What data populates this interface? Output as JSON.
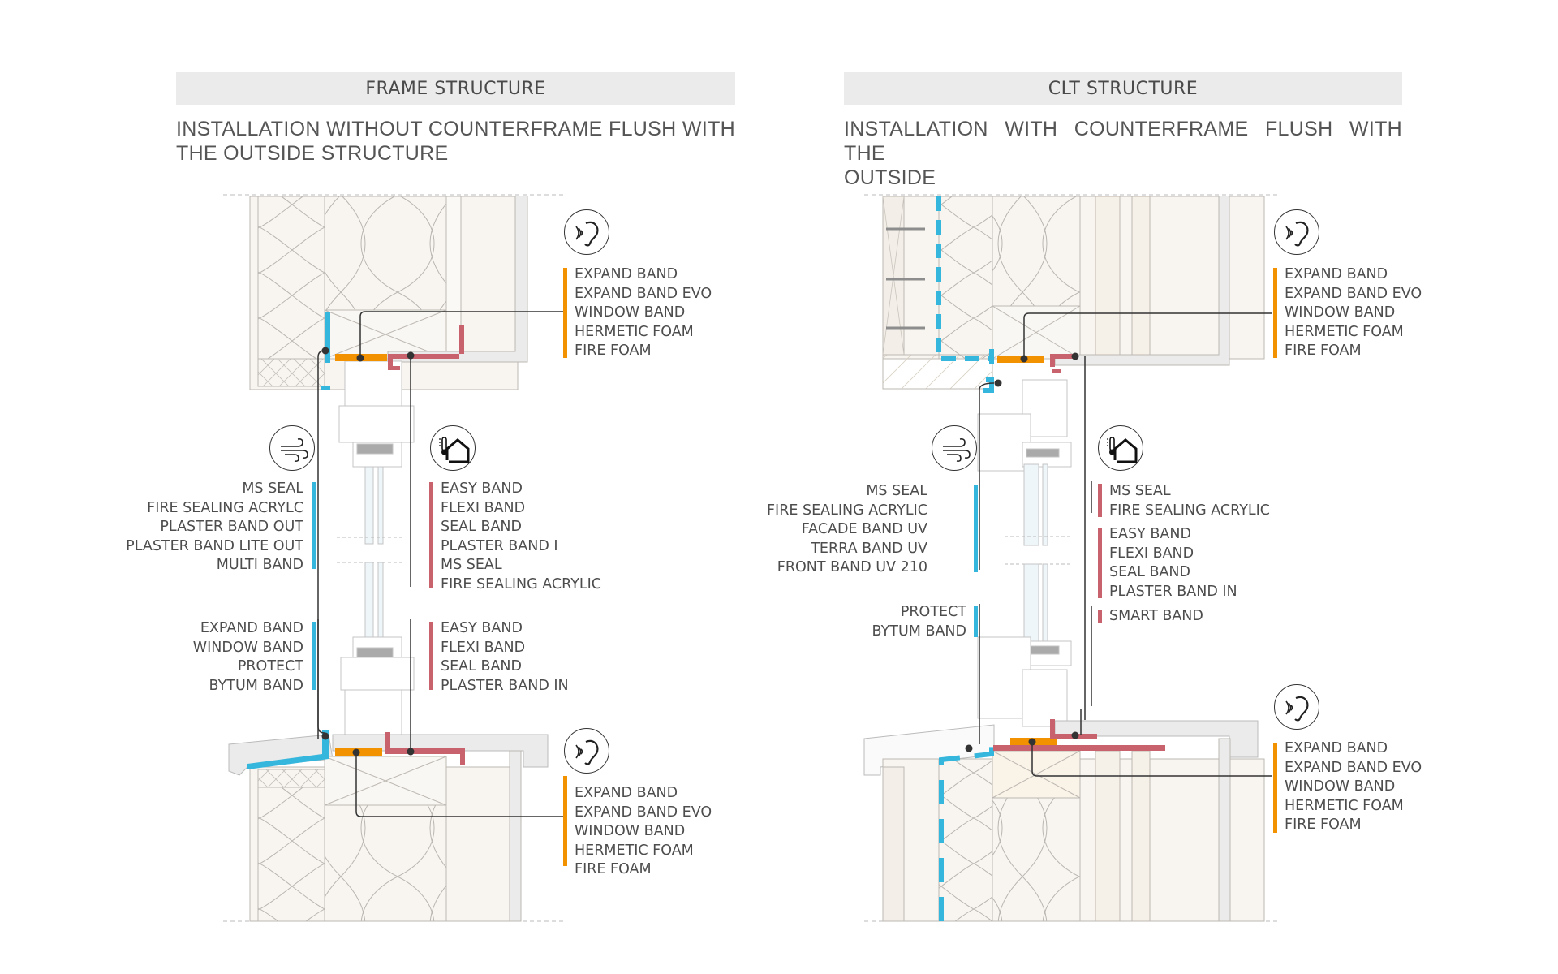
{
  "colors": {
    "orange": "#f39200",
    "blue": "#35b6dc",
    "red": "#c8636e",
    "header_bg": "#ebebeb",
    "text": "#4d4d4d"
  },
  "panels": [
    {
      "title": "FRAME STRUCTURE",
      "subtitle_line1": "INSTALLATION WITHOUT COUNTERFRAME FLUSH WITH",
      "subtitle_line2": "THE OUTSIDE STRUCTURE",
      "groups": {
        "top_acoustic": {
          "icon": "ear-sound-icon",
          "color": "orange",
          "items": [
            "EXPAND BAND",
            "EXPAND BAND EVO",
            "WINDOW BAND",
            "HERMETIC FOAM",
            "FIRE FOAM"
          ]
        },
        "air": {
          "icon": "wind-icon",
          "color": "blue",
          "items": [
            "MS SEAL",
            "FIRE SEALING ACRYLC",
            "PLASTER BAND OUT",
            "PLASTER BAND LITE OUT",
            "MULTI BAND"
          ]
        },
        "thermal": {
          "icon": "house-thermometer-icon",
          "color": "red",
          "items": [
            "EASY BAND",
            "FLEXI BAND",
            "SEAL BAND",
            "PLASTER BAND I",
            "MS SEAL",
            "FIRE SEALING ACRYLIC"
          ]
        },
        "bottom_left": {
          "color": "blue",
          "items": [
            "EXPAND BAND",
            "WINDOW BAND",
            "PROTECT",
            "BYTUM BAND"
          ]
        },
        "bottom_right": {
          "color": "red",
          "items": [
            "EASY BAND",
            "FLEXI BAND",
            "SEAL BAND",
            "PLASTER BAND IN"
          ]
        },
        "bottom_acoustic": {
          "icon": "ear-sound-icon",
          "color": "orange",
          "items": [
            "EXPAND BAND",
            "EXPAND BAND EVO",
            "WINDOW BAND",
            "HERMETIC FOAM",
            "FIRE FOAM"
          ]
        }
      }
    },
    {
      "title": "CLT STRUCTURE",
      "subtitle_line1": "INSTALLATION WITH COUNTERFRAME FLUSH WITH THE",
      "subtitle_line2": "OUTSIDE",
      "groups": {
        "top_acoustic": {
          "icon": "ear-sound-icon",
          "color": "orange",
          "items": [
            "EXPAND BAND",
            "EXPAND BAND EVO",
            "WINDOW BAND",
            "HERMETIC FOAM",
            "FIRE FOAM"
          ]
        },
        "air": {
          "icon": "wind-icon",
          "color": "blue",
          "items": [
            "MS SEAL",
            "FIRE SEALING ACRYLIC",
            "FACADE BAND UV",
            "TERRA BAND UV",
            "FRONT BAND UV 210"
          ]
        },
        "thermal_a": {
          "icon": "house-thermometer-icon",
          "color": "red",
          "items": [
            "MS SEAL",
            "FIRE SEALING ACRYLIC"
          ]
        },
        "thermal_b": {
          "color": "red",
          "items": [
            "EASY BAND",
            "FLEXI BAND",
            "SEAL BAND",
            "PLASTER BAND IN"
          ]
        },
        "thermal_c": {
          "color": "red",
          "items": [
            "SMART BAND"
          ]
        },
        "bottom_left": {
          "color": "blue",
          "items": [
            "PROTECT",
            "BYTUM BAND"
          ]
        },
        "bottom_acoustic": {
          "icon": "ear-sound-icon",
          "color": "orange",
          "items": [
            "EXPAND BAND",
            "EXPAND BAND EVO",
            "WINDOW BAND",
            "HERMETIC FOAM",
            "FIRE FOAM"
          ]
        }
      }
    }
  ]
}
